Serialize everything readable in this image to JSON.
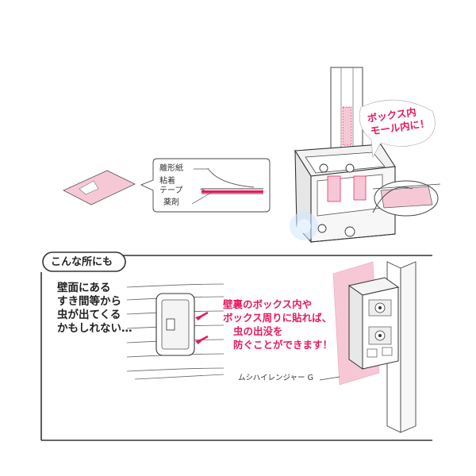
{
  "layer_labels": {
    "release_paper": "離形紙",
    "adhesive_tape_1": "粘着",
    "adhesive_tape_2": "テープ",
    "agent": "薬剤"
  },
  "callout_box": {
    "line1": "ボックス内",
    "line2": "モール内に！"
  },
  "section_tag": "こんな所にも",
  "wall_note": [
    "壁面にある",
    "すき間等から",
    "虫が出てくる",
    "かもしれない…"
  ],
  "pink_note": [
    "壁裏のボックス内や",
    "ボックス周りに貼れば、",
    "虫の出没を",
    "防ぐことができます！"
  ],
  "product_label": "ムシハイレンジャー G",
  "colors": {
    "sheet_pink": "#f6c8d6",
    "accent_pink": "#e8185f",
    "line": "#333333"
  }
}
